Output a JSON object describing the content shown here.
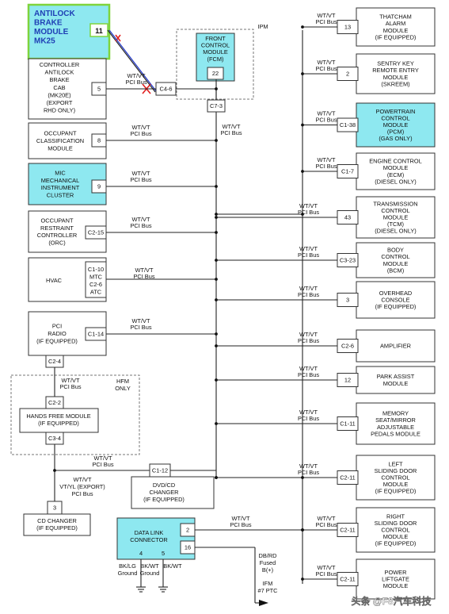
{
  "bus_label": [
    "WT/VT",
    "PCI Bus"
  ],
  "title": {
    "module": [
      "ANTILOCK",
      "BRAKE",
      "MODULE",
      "MK25"
    ],
    "pin": "11"
  },
  "ipm_label": "IPM",
  "hfm_label": [
    "HFM",
    "ONLY"
  ],
  "left": {
    "cab": {
      "lines": [
        "CONTROLLER",
        "ANTILOCK",
        "BRAKE",
        "CAB",
        "(MK20E)",
        "(EXPORT",
        "RHD ONLY)"
      ],
      "pin": "5"
    },
    "fcm": {
      "lines": [
        "FRONT",
        "CONTROL",
        "MODULE",
        "(FCM)"
      ],
      "pin": "22",
      "c1": "C4-6",
      "c2": "C7-3"
    },
    "occ": {
      "lines": [
        "OCCUPANT",
        "CLASSIFICATION",
        "MODULE"
      ],
      "pin": "8"
    },
    "mic": {
      "lines": [
        "MIC",
        "MECHANICAL",
        "INSTRUMENT",
        "CLUSTER"
      ],
      "pin": "9"
    },
    "orc": {
      "lines": [
        "OCCUPANT",
        "RESTRAINT",
        "CONTROLLER",
        "(ORC)"
      ],
      "pin": "C2-15"
    },
    "hvac": {
      "lines": [
        "HVAC"
      ],
      "pins": [
        "C1-10",
        "MTC",
        "C2-6",
        "ATC"
      ]
    },
    "radio": {
      "lines": [
        "PCI",
        "RADIO",
        "(IF EQUIPPED)"
      ],
      "pin": "C1-14",
      "pin_b": "C2-4"
    },
    "hfm": {
      "lines": [
        "HANDS FREE MODULE",
        "(IF EQUIPPED)"
      ],
      "pin_t": "C2-2",
      "pin_b": "C3-4"
    },
    "dvd": {
      "lines": [
        "DVD/CD",
        "CHANGER",
        "(IF EQUIPPED)"
      ],
      "pin": "C1-12"
    },
    "cd": {
      "lines": [
        "CD CHANGER",
        "(IF EQUIPPED)"
      ],
      "pin": "3",
      "wire_label": [
        "WT/VT",
        "VT/YL (EXPORT)",
        "PCI Bus"
      ]
    },
    "dlc": {
      "lines": [
        "DATA LINK",
        "CONNECTOR"
      ],
      "pins": [
        "2",
        "16",
        "4",
        "5"
      ],
      "grounds": [
        [
          "BK/LG",
          "Ground"
        ],
        [
          "BK/WT",
          "Ground"
        ]
      ]
    },
    "fuse": [
      "DB/RD",
      "Fused",
      "B(+)"
    ],
    "ifm": [
      "IFM",
      "#7 PTC"
    ]
  },
  "right": [
    {
      "lines": [
        "THATCHAM",
        "ALARM",
        "MODULE",
        "(IF EQUIPPED)"
      ],
      "pin": "13",
      "cyan": false
    },
    {
      "lines": [
        "SENTRY KEY",
        "REMOTE ENTRY",
        "MODULE",
        "(SKREEM)"
      ],
      "pin": "2",
      "cyan": false
    },
    {
      "lines": [
        "POWERTRAIN",
        "CONTROL",
        "MODULE",
        "(PCM)",
        "(GAS ONLY)"
      ],
      "pin": "C1-38",
      "cyan": true
    },
    {
      "lines": [
        "ENGINE CONTROL",
        "MODULE",
        "(ECM)",
        "(DIESEL ONLY)"
      ],
      "pin": "C1-7",
      "cyan": false
    },
    {
      "lines": [
        "TRANSMISSION",
        "CONTROL",
        "MODULE",
        "(TCM)",
        "(DIESEL ONLY)"
      ],
      "pin": "43",
      "cyan": false
    },
    {
      "lines": [
        "BODY",
        "CONTROL",
        "MODULE",
        "(BCM)"
      ],
      "pin": "C3-23",
      "cyan": false
    },
    {
      "lines": [
        "OVERHEAD",
        "CONSOLE",
        "(IF EQUIPPED)"
      ],
      "pin": "3",
      "cyan": false
    },
    {
      "lines": [
        "AMPLIFIER"
      ],
      "pin": "C2-6",
      "cyan": false
    },
    {
      "lines": [
        "PARK ASSIST",
        "MODULE"
      ],
      "pin": "12",
      "cyan": false
    },
    {
      "lines": [
        "MEMORY",
        "SEAT/MIRROR",
        "ADJUSTABLE",
        "PEDALS MODULE"
      ],
      "pin": "C1-11",
      "cyan": false
    },
    {
      "lines": [
        "LEFT",
        "SLIDING DOOR",
        "CONTROL",
        "MODULE",
        "(IF EQUIPPED)"
      ],
      "pin": "C2-11",
      "cyan": false
    },
    {
      "lines": [
        "RIGHT",
        "SLIDING DOOR",
        "CONTROL",
        "MODULE",
        "(IF EQUIPPED)"
      ],
      "pin": "C2-11",
      "cyan": false
    },
    {
      "lines": [
        "POWER",
        "LIFTGATE",
        "MODULE"
      ],
      "pin": "C2-11",
      "cyan": false
    }
  ],
  "watermark": "头条 @F8汽车科技"
}
